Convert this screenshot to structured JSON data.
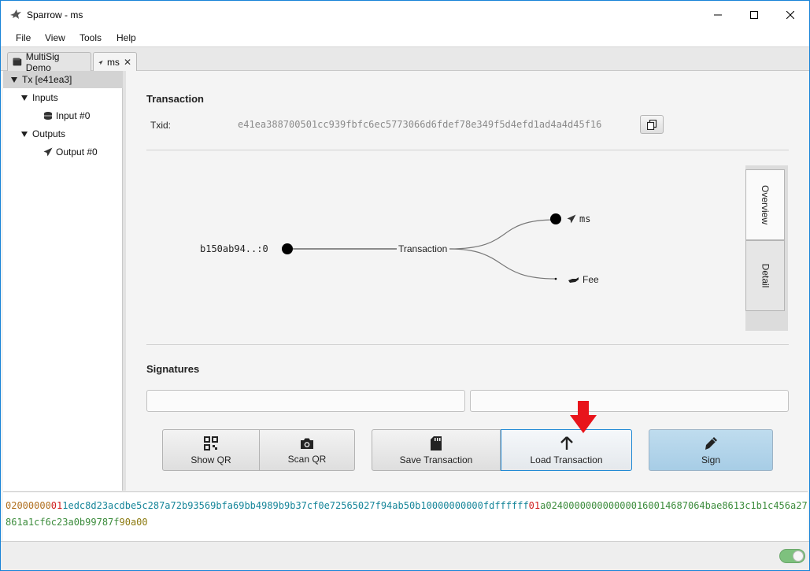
{
  "window": {
    "title": "Sparrow - ms"
  },
  "menu": {
    "items": [
      "File",
      "View",
      "Tools",
      "Help"
    ]
  },
  "tabs": [
    {
      "label": "MultiSig Demo",
      "icon": "wallet-icon"
    },
    {
      "label": "ms",
      "icon": "send-icon",
      "close": "✕"
    }
  ],
  "tree": {
    "root": "Tx [e41ea3]",
    "inputs_label": "Inputs",
    "input_item": "Input #0",
    "outputs_label": "Outputs",
    "output_item": "Output #0"
  },
  "transaction": {
    "heading": "Transaction",
    "txid_label": "Txid:",
    "txid": "e41ea388700501cc939fbfc6ec5773066d6fdef78e349f5d4efd1ad4a4d45f16"
  },
  "diagram": {
    "input_label": "b150ab94..:0",
    "center_label": "Transaction",
    "output_label": "ms",
    "fee_label": "Fee"
  },
  "side_tabs": {
    "overview": "Overview",
    "detail": "Detail"
  },
  "signatures": {
    "heading": "Signatures"
  },
  "actions": {
    "show_qr": "Show QR",
    "scan_qr": "Scan QR",
    "save_transaction": "Save Transaction",
    "load_transaction": "Load Transaction",
    "sign": "Sign"
  },
  "hex": {
    "version": "02000000",
    "input_count": "01",
    "inputs": "1edc8d23acdbe5c287a72b93569bfa69bb4989b9b37cf0e72565027f94ab50b10000000000fdffffff",
    "output_count": "01",
    "outputs": "a0240000000000000160014687064bae8613c1b1c456a27861a1cf6c23a0b99787f",
    "locktime": "90a00"
  },
  "status": {
    "toggle_on": true
  },
  "colors": {
    "window_border": "#1883d7",
    "sign_button": "#a7cde6",
    "focus_border": "#1e88d4",
    "toggle": "#7ec17e",
    "annotation_arrow": "#e8141b"
  }
}
